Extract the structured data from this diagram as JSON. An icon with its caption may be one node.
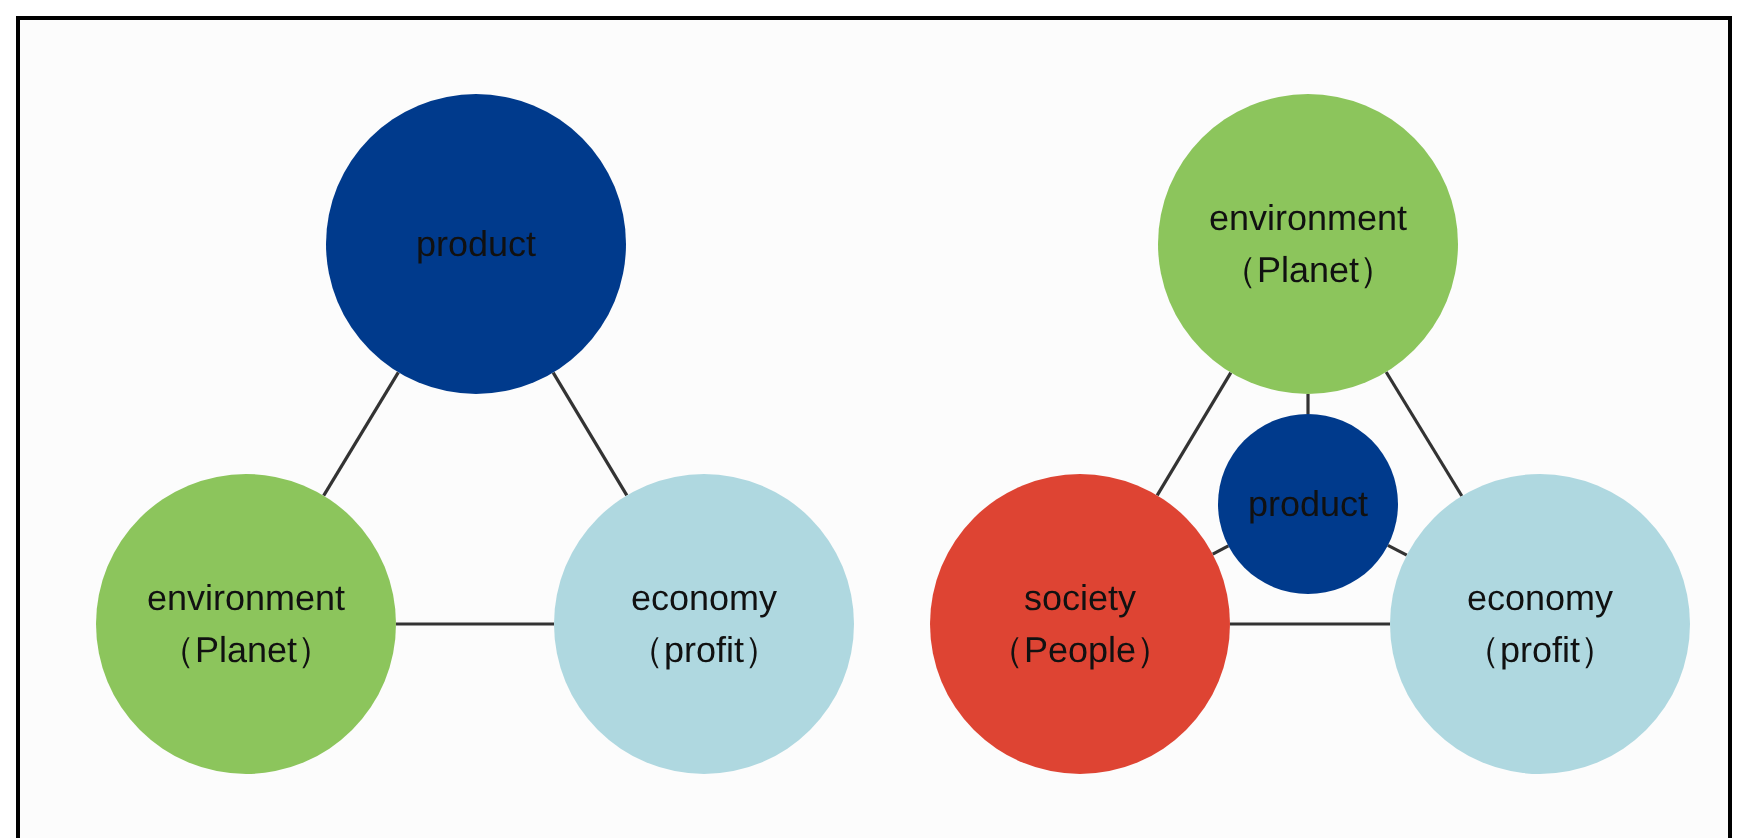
{
  "diagram": {
    "nodes": [
      {
        "text": [
          "product"
        ]
      },
      {
        "text": [
          "environment （Planet）"
        ]
      },
      {
        "text": [
          "economy （profit）"
        ]
      },
      {
        "text": [
          "environment （Planet）"
        ]
      },
      {
        "text": [
          "product"
        ]
      },
      {
        "text": [
          "society （People）"
        ]
      },
      {
        "text": [
          "economy （profit）"
        ]
      }
    ],
    "edges": [
      {
        "from": 0,
        "to": 1,
        "arrow": "none"
      },
      {
        "from": 0,
        "to": 2,
        "arrow": "none"
      },
      {
        "from": 1,
        "to": 2,
        "arrow": "none"
      },
      {
        "from": 3,
        "to": 5,
        "arrow": "none"
      },
      {
        "from": 3,
        "to": 6,
        "arrow": "none"
      },
      {
        "from": 5,
        "to": 6,
        "arrow": "none"
      },
      {
        "from": 4,
        "to": 3,
        "arrow": "none"
      },
      {
        "from": 4,
        "to": 5,
        "arrow": "none"
      },
      {
        "from": 4,
        "to": 6,
        "arrow": "none"
      }
    ]
  }
}
